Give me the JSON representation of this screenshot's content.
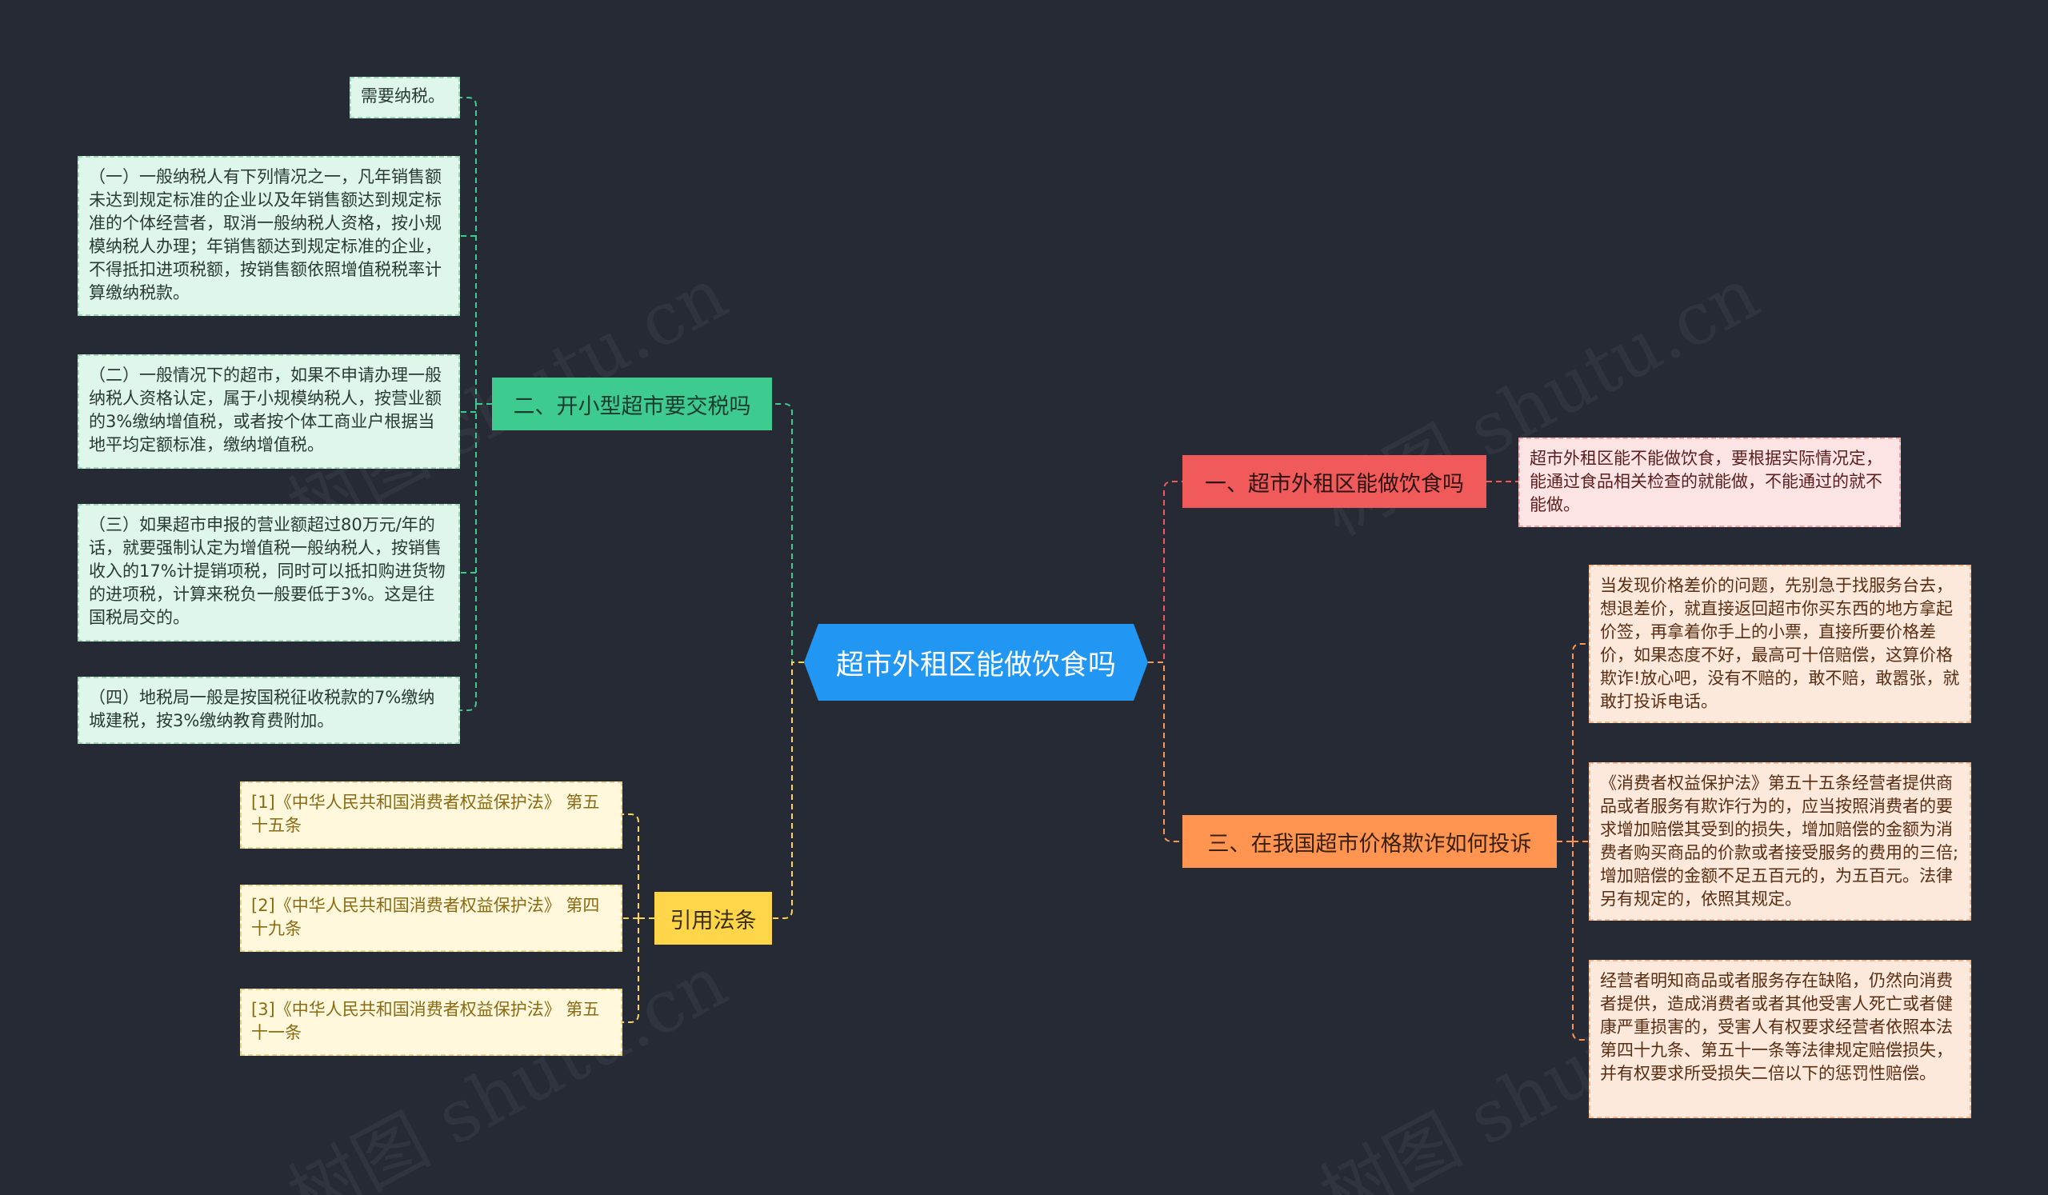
{
  "center": {
    "label": "超市外租区能做饮食吗"
  },
  "branches": {
    "tax": {
      "label": "二、开小型超市要交税吗",
      "leaves": [
        "需要纳税。",
        "（一）一般纳税人有下列情况之一，凡年销售额未达到规定标准的企业以及年销售额达到规定标准的个体经营者，取消一般纳税人资格，按小规模纳税人办理；年销售额达到规定标准的企业，不得抵扣进项税额，按销售额依照增值税税率计算缴纳税款。",
        "（二）一般情况下的超市，如果不申请办理一般纳税人资格认定，属于小规模纳税人，按营业额的3%缴纳增值税，或者按个体工商业户根据当地平均定额标准，缴纳增值税。",
        "（三）如果超市申报的营业额超过80万元/年的话，就要强制认定为增值税一般纳税人，按销售收入的17%计提销项税，同时可以抵扣购进货物的进项税，计算来税负一般要低于3%。这是往国税局交的。",
        "（四）地税局一般是按国税征收税款的7%缴纳城建税，按3%缴纳教育费附加。"
      ]
    },
    "law": {
      "label": "引用法条",
      "leaves": [
        "[1]《中华人民共和国消费者权益保护法》 第五十五条",
        "[2]《中华人民共和国消费者权益保护法》 第四十九条",
        "[3]《中华人民共和国消费者权益保护法》 第五十一条"
      ]
    },
    "food": {
      "label": "一、超市外租区能做饮食吗",
      "leaves": [
        "超市外租区能不能做饮食，要根据实际情况定，能通过食品相关检查的就能做，不能通过的就不能做。"
      ]
    },
    "complaint": {
      "label": "三、在我国超市价格欺诈如何投诉",
      "leaves": [
        "当发现价格差价的问题，先别急于找服务台去，想退差价，就直接返回超市你买东西的地方拿起价签，再拿着你手上的小票，直接所要价格差价，如果态度不好，最高可十倍赔偿，这算价格欺诈!放心吧，没有不赔的，敢不赔，敢嚣张，就敢打投诉电话。",
        "《消费者权益保护法》第五十五条经营者提供商品或者服务有欺诈行为的，应当按照消费者的要求增加赔偿其受到的损失，增加赔偿的金额为消费者购买商品的价款或者接受服务的费用的三倍;增加赔偿的金额不足五百元的，为五百元。法律另有规定的，依照其规定。",
        "经营者明知商品或者服务存在缺陷，仍然向消费者提供，造成消费者或者其他受害人死亡或者健康严重损害的，受害人有权要求经营者依照本法第四十九条、第五十一条等法律规定赔偿损失，并有权要求所受损失二倍以下的惩罚性赔偿。"
      ]
    }
  },
  "colors": {
    "background": "#252a34",
    "center": "#2196f3",
    "green": "#3dcb8f",
    "red": "#f05a5a",
    "orange": "#ff9550",
    "yellow": "#ffd54a"
  }
}
